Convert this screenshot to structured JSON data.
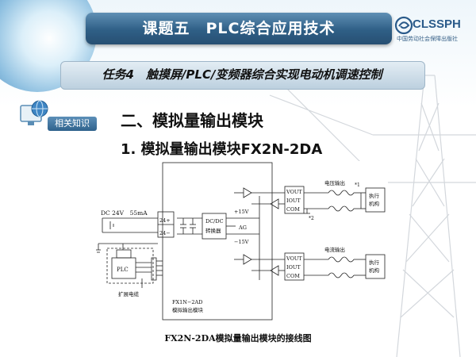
{
  "header": {
    "title": "课题五　PLC综合应用技术",
    "logo_text": "CLSSPH",
    "logo_sub": "中国劳动社会保障出版社",
    "logo_icon": "swirl-logo-icon"
  },
  "task": {
    "title": "任务4　触摸屏/PLC/变频器综合实现电动机调速控制"
  },
  "badge": {
    "label": "相关知识",
    "icon": "globe-screen-icon"
  },
  "section": {
    "heading": "二、模拟量输出模块",
    "subheading": "1.  模拟量输出模块FX2N-2DA"
  },
  "diagram": {
    "power_label": "DC 24V　55mA",
    "terminal_24p": "24+",
    "terminal_24m": "24−",
    "converter_line1": "DC/DC",
    "converter_line2": "转换器",
    "plus15": "+15V",
    "ag": "AG",
    "minus15": "−15V",
    "plc": "PLC",
    "cable": "扩展电缆",
    "module_line1": "FX1N−2AD",
    "module_line2": "模拟输出模块",
    "vout": "VOUT",
    "iout": "IOUT",
    "com": "COM",
    "voltage_output": "电压输出",
    "current_output": "电流输出",
    "note1": "*1",
    "note2": "*2",
    "actuator_line1": "执行",
    "actuator_line2": "机构"
  },
  "caption": "FX2N-2DA模拟量输出模块的接线图"
}
